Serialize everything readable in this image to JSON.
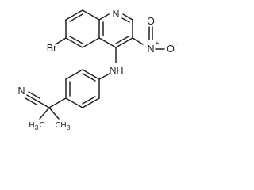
{
  "atoms": {
    "ring_nitrogen": "N",
    "bromine": "Br",
    "nitro_n": "N",
    "nitro_n_charge": "+",
    "nitro_o_top": "O",
    "nitro_o_right": "O",
    "nitro_o_charge": "-",
    "amine_n": "N",
    "amine_h": "H",
    "nitrile_n": "N",
    "methyl_left_h": "H",
    "methyl_left_sub": "3",
    "methyl_left_c": "C",
    "methyl_right_c": "C",
    "methyl_right_h": "H",
    "methyl_right_sub": "3"
  },
  "colors": {
    "bond": "#222222",
    "label": "#222222",
    "background": "#ffffff"
  }
}
